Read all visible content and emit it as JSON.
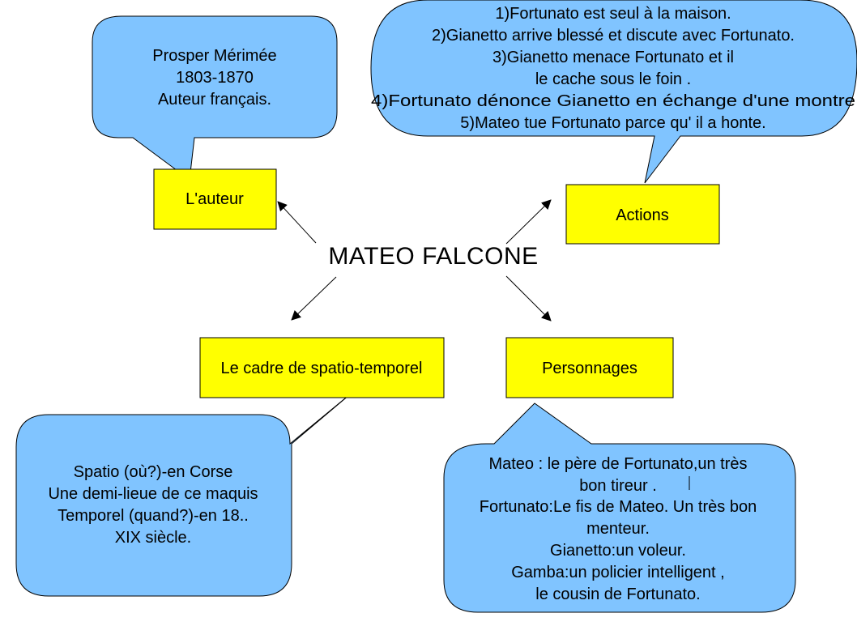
{
  "title": "MATEO FALCONE",
  "colors": {
    "box_fill": "#ffff00",
    "bubble_fill": "#80c4ff",
    "stroke": "#000000",
    "text": "#000000"
  },
  "nodes": {
    "auteur": {
      "label": "L'auteur"
    },
    "actions": {
      "label": "Actions"
    },
    "cadre": {
      "label": "Le cadre de spatio-temporel"
    },
    "personnages": {
      "label": "Personnages"
    }
  },
  "callouts": {
    "auteur": {
      "lines": [
        "Prosper Mérimée",
        "1803-1870",
        "Auteur français."
      ]
    },
    "actions": {
      "lines": [
        "1)Fortunato est seul à la maison.",
        "2)Gianetto arrive blessé et discute avec  Fortunato.",
        "3)Gianetto menace Fortunato et il",
        "le cache sous le foin .",
        "4)Fortunato dénonce Gianetto en échange d'une montre",
        "5)Mateo tue Fortunato parce qu' il a honte."
      ]
    },
    "cadre": {
      "lines": [
        "Spatio (où?)-en Corse",
        "Une  demi-lieue de ce maquis",
        "Temporel (quand?)-en 18..",
        "XIX siècle."
      ]
    },
    "personnages": {
      "lines": [
        "Mateo : le père de Fortunato,un très",
        "bon tireur .",
        "Fortunato:Le fis de Mateo. Un très bon",
        "menteur.",
        "Gianetto:un voleur.",
        "Gamba:un policier intelligent ,",
        "le cousin de Fortunato."
      ]
    }
  }
}
